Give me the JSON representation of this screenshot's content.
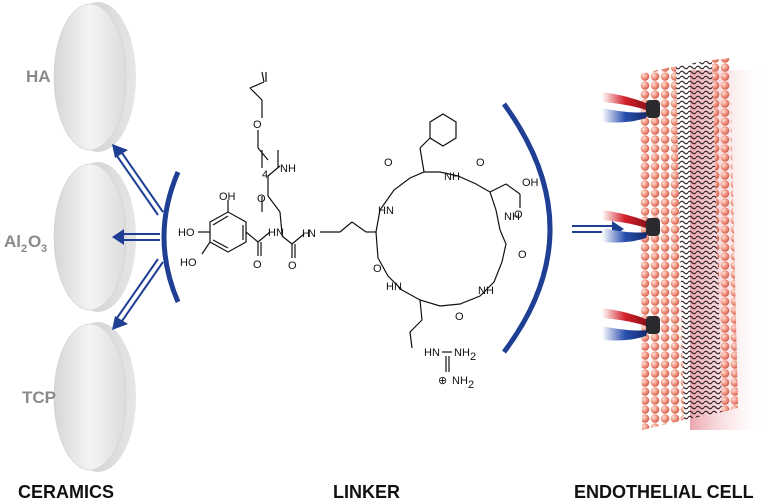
{
  "ceramics": {
    "labels": [
      "HA",
      "Al",
      "2",
      "O",
      "3",
      "TCP"
    ],
    "ha": "HA",
    "al": "Al",
    "al_sub": "2",
    "o": "O",
    "o_sub": "3",
    "tcp": "TCP"
  },
  "bottom_labels": {
    "ceramics": "CERAMICS",
    "linker": "LINKER",
    "endothelial": "ENDOTHELIAL CELL"
  },
  "molecule": {
    "oh": "OH",
    "ho": "HO",
    "o": "O",
    "nh": "NH",
    "hn": "HN",
    "n": "N",
    "h": "H",
    "repeat": "4",
    "nh2": "NH",
    "nh2_sub": "2",
    "charge": "⊕"
  },
  "colors": {
    "arrow_blue": "#1f3f95",
    "disc_fill": "#e8e8e8",
    "lipid_head": "#ef8a76",
    "lipid_tail": "#3a2a2e",
    "receptor_red": "#d4202a",
    "receptor_blue": "#1f3f95"
  }
}
